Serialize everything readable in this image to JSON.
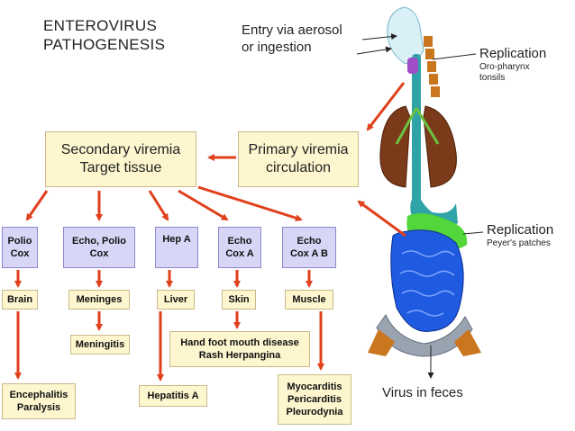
{
  "title": {
    "line1": "ENTEROVIRUS",
    "line2": "PATHOGENESIS"
  },
  "labels": {
    "entry": {
      "line1": "Entry via aerosol",
      "line2": "or ingestion"
    },
    "replication_top": {
      "main": "Replication",
      "sub1": "Oro-pharynx",
      "sub2": "tonsils"
    },
    "replication_bottom": {
      "main": "Replication",
      "sub": "Peyer's patches"
    },
    "feces": "Virus in feces"
  },
  "secondary_viremia": {
    "line1": "Secondary viremia",
    "line2": "Target tissue"
  },
  "primary_viremia": {
    "line1": "Primary viremia",
    "line2": "circulation"
  },
  "viruses": [
    {
      "line1": "Polio",
      "line2": "Cox"
    },
    {
      "line1": "Echo, Polio",
      "line2": "Cox"
    },
    {
      "line1": "Hep A",
      "line2": ""
    },
    {
      "line1": "Echo",
      "line2": "Cox A"
    },
    {
      "line1": "Echo",
      "line2": "Cox A B"
    }
  ],
  "tissues": [
    "Brain",
    "Meninges",
    "Liver",
    "Skin",
    "Muscle"
  ],
  "diseases": {
    "encephalitis": {
      "line1": "Encephalitis",
      "line2": "Paralysis"
    },
    "meningitis": "Meningitis",
    "hepatitis": "Hepatitis A",
    "hfmd": {
      "line1": "Hand foot mouth disease",
      "line2": "Rash Herpangina"
    },
    "myo": {
      "line1": "Myocarditis",
      "line2": "Pericarditis",
      "line3": "Pleurodynia"
    }
  },
  "colors": {
    "arrow": "#e0401c",
    "box_yellow": "#fdf6cf",
    "box_purple": "#d8d6f6"
  }
}
